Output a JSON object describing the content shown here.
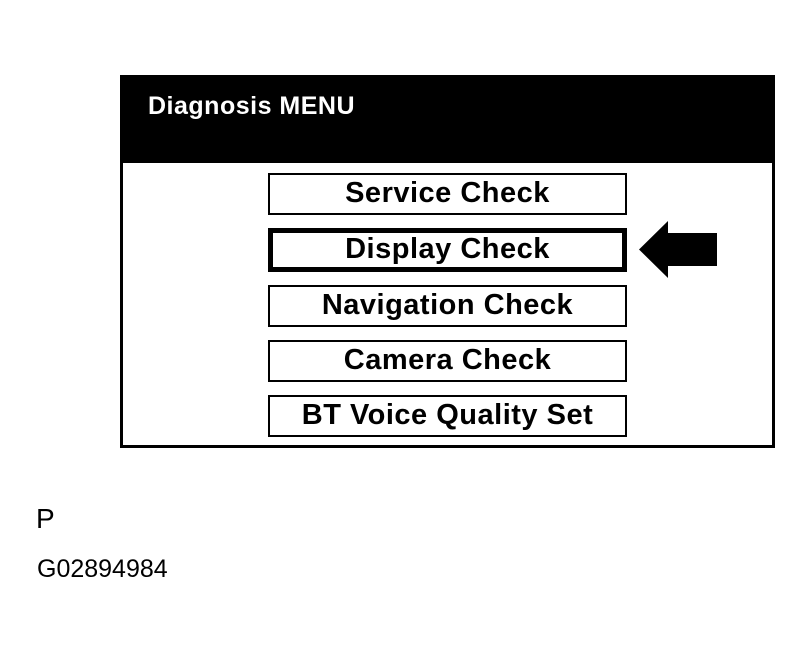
{
  "colors": {
    "background": "#ffffff",
    "header_bg": "#000000",
    "header_text": "#ffffff",
    "border": "#000000",
    "button_bg": "#ffffff",
    "button_text": "#000000",
    "arrow_fill": "#000000"
  },
  "panel": {
    "title": "Diagnosis MENU",
    "menu": {
      "items": [
        {
          "label": "Service Check"
        },
        {
          "label": "Display Check"
        },
        {
          "label": "Navigation Check"
        },
        {
          "label": "Camera Check"
        },
        {
          "label": "BT Voice Quality Set"
        }
      ],
      "selected_index": 1
    },
    "arrow_icon": "left-arrow"
  },
  "caption": {
    "page_letter": "P",
    "figure_id": "G02894984"
  }
}
